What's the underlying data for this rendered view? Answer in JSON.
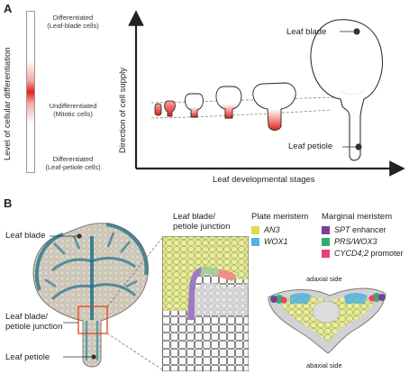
{
  "panel_a": {
    "letter": "A",
    "gradient_bar": {
      "y_axis_label": "Level of cellular differentiation",
      "top_label": [
        "Differentiated",
        "(Leaf-blade cells)"
      ],
      "middle_label": [
        "Undifferentiated",
        "(Mitotic cells)"
      ],
      "bottom_label": [
        "Differentiated",
        "(Leaf-petiole cells)"
      ]
    },
    "plot": {
      "y_axis_label": "Direction of cell supply",
      "x_axis_label": "Leaf developmental stages",
      "leaf_blade_label": "Leaf blade",
      "leaf_petiole_label": "Leaf petiole",
      "stage_count": 6
    }
  },
  "panel_b": {
    "letter": "B",
    "photo_labels": {
      "leaf_blade": "Leaf blade",
      "junction": [
        "Leaf blade/",
        "petiole junction"
      ],
      "leaf_petiole": "Leaf petiole"
    },
    "zoom_title": [
      "Leaf blade/",
      "petiole junction"
    ],
    "legend": {
      "plate_meristem": {
        "title": "Plate meristem",
        "items": [
          {
            "label": "AN3",
            "color": "#d9e04a",
            "italic": true
          },
          {
            "label": "WOX1",
            "color": "#4fb3e0",
            "italic": true
          }
        ]
      },
      "marginal_meristem": {
        "title": "Marginal meristem",
        "items": [
          {
            "label_italic": "SPT",
            "label_rest": " enhancer",
            "color": "#7b3f98"
          },
          {
            "label_italic": "PRS/WOX3",
            "label_rest": "",
            "color": "#2fae74"
          },
          {
            "label_italic": "CYCD4;2",
            "label_rest": " promoter",
            "color": "#e8407a"
          }
        ]
      }
    },
    "cross_section": {
      "adaxial_label": "adaxial side",
      "abaxial_label": "abaxial side"
    }
  }
}
